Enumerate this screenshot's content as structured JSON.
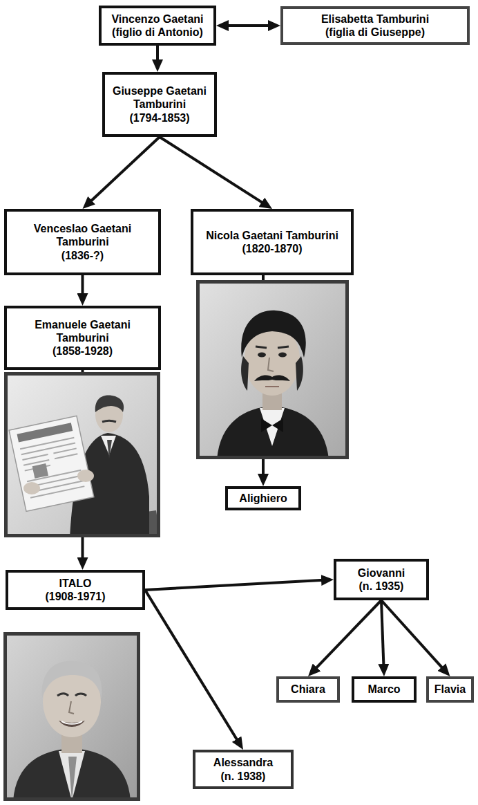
{
  "diagram": {
    "nodes": [
      {
        "text": [
          "Vincenzo Gaetani",
          "(figlio di Antonio)"
        ]
      },
      {
        "text": [
          "Elisabetta Tamburini",
          "(figlia di Giuseppe)"
        ]
      },
      {
        "text": [
          "Giuseppe Gaetani Tamburini",
          "(1794-1853)"
        ]
      },
      {
        "text": [
          "Venceslao Gaetani Tamburini",
          "(1836-?)"
        ]
      },
      {
        "text": [
          "Nicola Gaetani Tamburini",
          "(1820-1870)"
        ]
      },
      {
        "text": [
          "Emanuele Gaetani Tamburini",
          "(1858-1928)"
        ]
      },
      {
        "text": [
          "Alighiero"
        ]
      },
      {
        "text": [
          "ITALO",
          "(1908-1971)"
        ]
      },
      {
        "text": [
          "Giovanni",
          "(n. 1935)"
        ]
      },
      {
        "text": [
          "Chiara"
        ]
      },
      {
        "text": [
          "Marco"
        ]
      },
      {
        "text": [
          "Flavia"
        ]
      },
      {
        "text": [
          "Alessandra",
          "(n. 1938)"
        ]
      }
    ],
    "edges": [
      {
        "from": 0,
        "to": 1,
        "arrow": "both"
      },
      {
        "from": 0,
        "to": 2,
        "arrow": "to"
      },
      {
        "from": 2,
        "to": 3,
        "arrow": "to"
      },
      {
        "from": 2,
        "to": 4,
        "arrow": "to"
      },
      {
        "from": 3,
        "to": 5,
        "arrow": "to"
      },
      {
        "from": 4,
        "to": 6,
        "arrow": "to"
      },
      {
        "from": 5,
        "to": 7,
        "arrow": "to"
      },
      {
        "from": 7,
        "to": 8,
        "arrow": "to"
      },
      {
        "from": 7,
        "to": 12,
        "arrow": "to"
      },
      {
        "from": 8,
        "to": 9,
        "arrow": "to"
      },
      {
        "from": 8,
        "to": 10,
        "arrow": "to"
      },
      {
        "from": 8,
        "to": 11,
        "arrow": "to"
      }
    ]
  }
}
